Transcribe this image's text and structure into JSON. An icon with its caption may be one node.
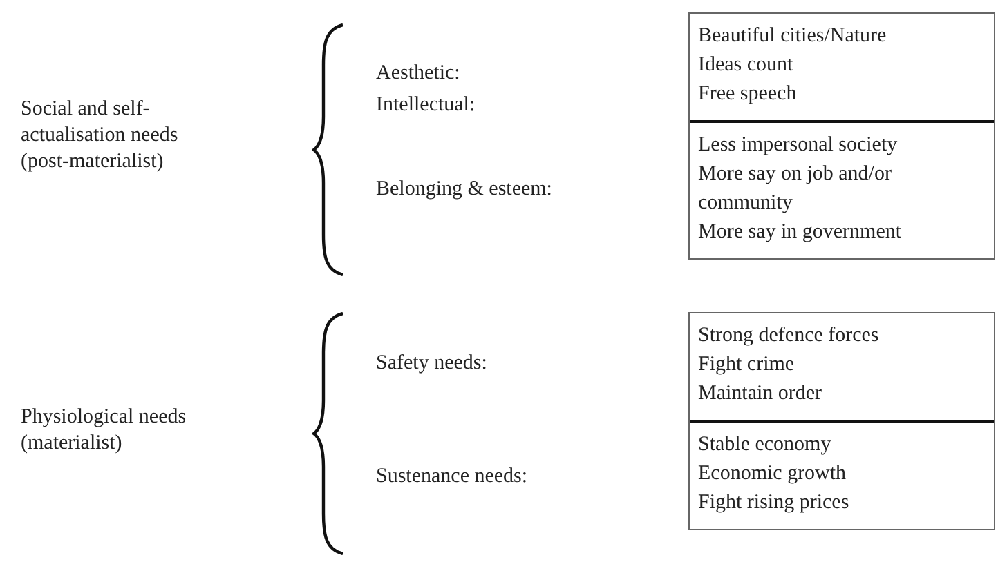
{
  "diagram": {
    "nodes": [
      {
        "text": [],
        "shape": "box"
      },
      {
        "text": [
          "Beautiful cities/Nature",
          "Ideas count",
          "Free speech"
        ],
        "in": 0
      },
      {
        "text": [
          "Less impersonal society",
          "More say on job and/or community",
          "More say in government"
        ],
        "in": 0
      },
      {
        "text": [],
        "shape": "box"
      },
      {
        "text": [
          "Strong defence forces",
          "Fight crime",
          "Maintain order"
        ],
        "in": 3
      },
      {
        "text": [
          "Stable economy",
          "Economic growth",
          "Fight rising prices"
        ],
        "in": 3
      }
    ],
    "labels": [
      "Social and self-actualisation needs (post-materialist)",
      "Aesthetic:",
      "Intellectual:",
      "Belonging & esteem:",
      "Physiological needs (materialist)",
      "Safety needs:",
      "Sustenance needs:"
    ]
  }
}
